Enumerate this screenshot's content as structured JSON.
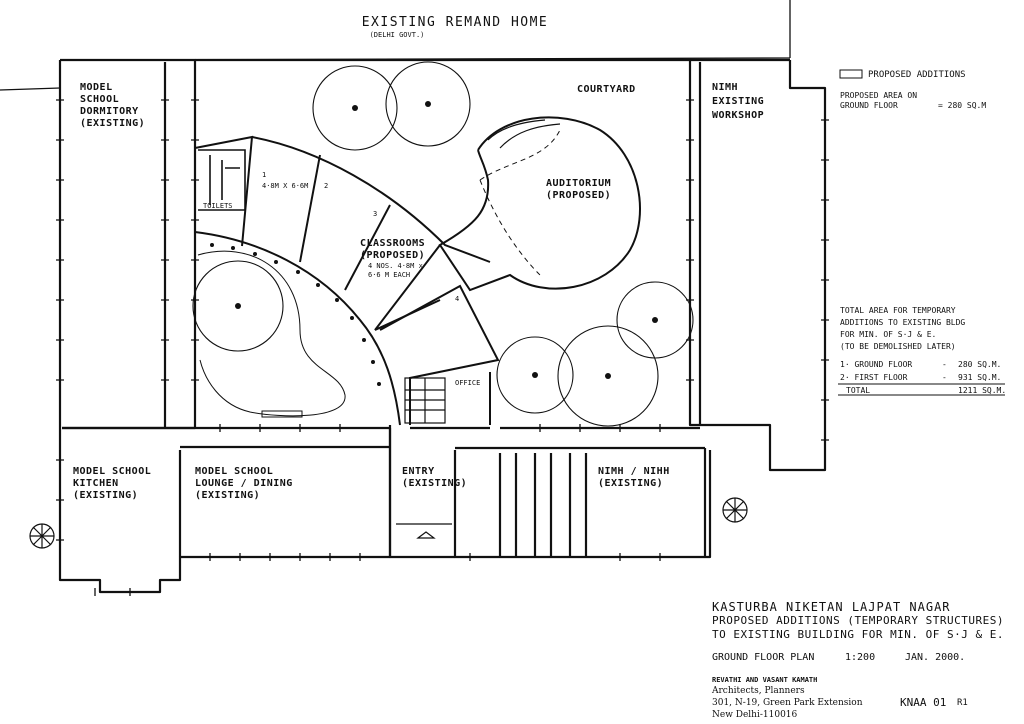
{
  "header": {
    "title": "EXISTING REMAND HOME",
    "subtitle": "(DELHI GOVT.)"
  },
  "rooms": {
    "dormitory": [
      "MODEL",
      "SCHOOL",
      "DORMITORY",
      "(EXISTING)"
    ],
    "courtyard": "COURTYARD",
    "workshop": [
      "NIMH",
      "EXISTING",
      "WORKSHOP"
    ],
    "auditorium": [
      "AUDITORIUM",
      "(PROPOSED)"
    ],
    "classrooms": [
      "CLASSROOMS",
      "(PROPOSED)",
      "4 NOS. 4·8M x",
      "6·6 M EACH"
    ],
    "classroom_numbers": [
      "1",
      "2",
      "3",
      "4"
    ],
    "classroom_size": "4·8M X 6·6M",
    "toilets": "TOILETS",
    "office": "OFFICE",
    "kitchen": [
      "MODEL SCHOOL",
      "KITCHEN",
      "(EXISTING)"
    ],
    "lounge": [
      "MODEL SCHOOL",
      "LOUNGE / DINING",
      "(EXISTING)"
    ],
    "entry": [
      "ENTRY",
      "(EXISTING)"
    ],
    "nimh_nihh": [
      "NIMH / NIHH",
      "(EXISTING)"
    ]
  },
  "legend": {
    "proposed_additions": "PROPOSED ADDITIONS",
    "area_label_1": "PROPOSED AREA ON",
    "area_label_2": "GROUND FLOOR",
    "area_value": "= 280 SQ.M"
  },
  "area_table": {
    "heading": [
      "TOTAL AREA FOR TEMPORARY",
      "ADDITIONS TO EXISTING BLDG",
      "FOR MIN. OF S·J & E.",
      "(TO BE DEMOLISHED LATER)"
    ],
    "rows": [
      {
        "label": "1· GROUND FLOOR",
        "dash": "-",
        "value": "280 SQ.M."
      },
      {
        "label": "2· FIRST FLOOR",
        "dash": "-",
        "value": "931 SQ.M."
      },
      {
        "label": "TOTAL",
        "dash": "",
        "value": "1211 SQ.M."
      }
    ]
  },
  "title_block": {
    "line1": "KASTURBA NIKETAN  LAJPAT NAGAR",
    "line2": "PROPOSED ADDITIONS (TEMPORARY STRUCTURES)",
    "line3": "TO EXISTING BUILDING FOR MIN. OF S·J & E.",
    "plan_name": "GROUND FLOOR PLAN",
    "scale": "1:200",
    "date": "JAN. 2000.",
    "firm": "REVATHI AND VASANT KAMATH",
    "firm_role": "Architects, Planners",
    "address1": "301, N-19, Green Park Extension",
    "address2": "New Delhi-110016",
    "drawing_no": "KNAA 01",
    "revision": "R1"
  }
}
